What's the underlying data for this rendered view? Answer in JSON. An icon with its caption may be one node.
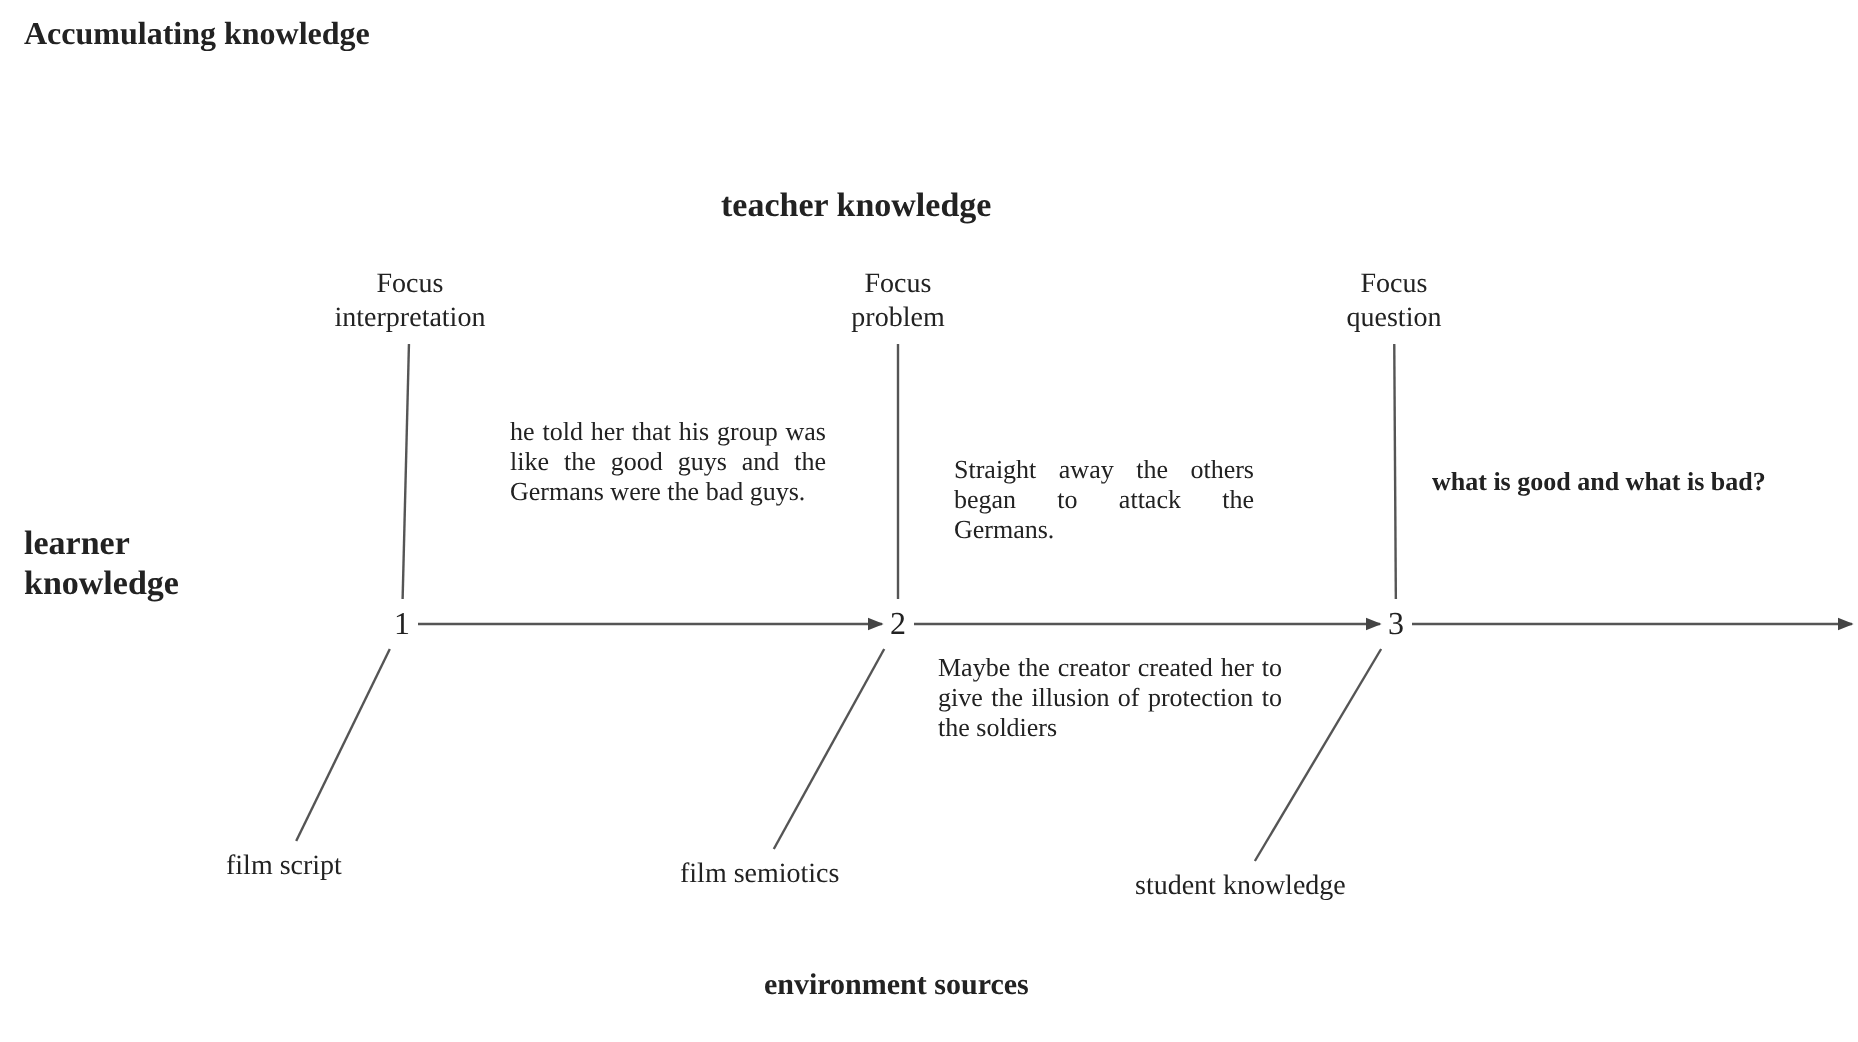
{
  "diagram": {
    "title": "Accumulating knowledge",
    "nodes": [
      {
        "text": [
          "1"
        ]
      },
      {
        "text": [
          "2"
        ]
      },
      {
        "text": [
          "3"
        ]
      },
      {
        "text": [
          "Focus interpretation"
        ]
      },
      {
        "text": [
          "Focus problem"
        ]
      },
      {
        "text": [
          "Focus question"
        ]
      },
      {
        "text": [
          "film script"
        ]
      },
      {
        "text": [
          "film semiotics"
        ]
      },
      {
        "text": [
          "student knowledge"
        ]
      }
    ],
    "edges": [
      {
        "from": 0,
        "to": 1,
        "arrow": "to"
      },
      {
        "from": 1,
        "to": 2,
        "arrow": "to"
      },
      {
        "from": 2,
        "to": null,
        "arrow": "to"
      },
      {
        "from": 3,
        "to": 0,
        "arrow": "none"
      },
      {
        "from": 4,
        "to": 1,
        "arrow": "none"
      },
      {
        "from": 5,
        "to": 2,
        "arrow": "none"
      },
      {
        "from": 6,
        "to": 0,
        "arrow": "none"
      },
      {
        "from": 7,
        "to": 1,
        "arrow": "none"
      },
      {
        "from": 8,
        "to": 2,
        "arrow": "none"
      }
    ],
    "labels": [
      "teacher knowledge",
      "learner knowledge",
      "he told her that his group was like the good guys and the Germans were the bad guys.",
      "Straight away the others began to attack the Germans.",
      "what is good and what is bad?",
      "Maybe the creator created her to give the illusion of protection to the soldiers",
      "environment sources"
    ]
  }
}
